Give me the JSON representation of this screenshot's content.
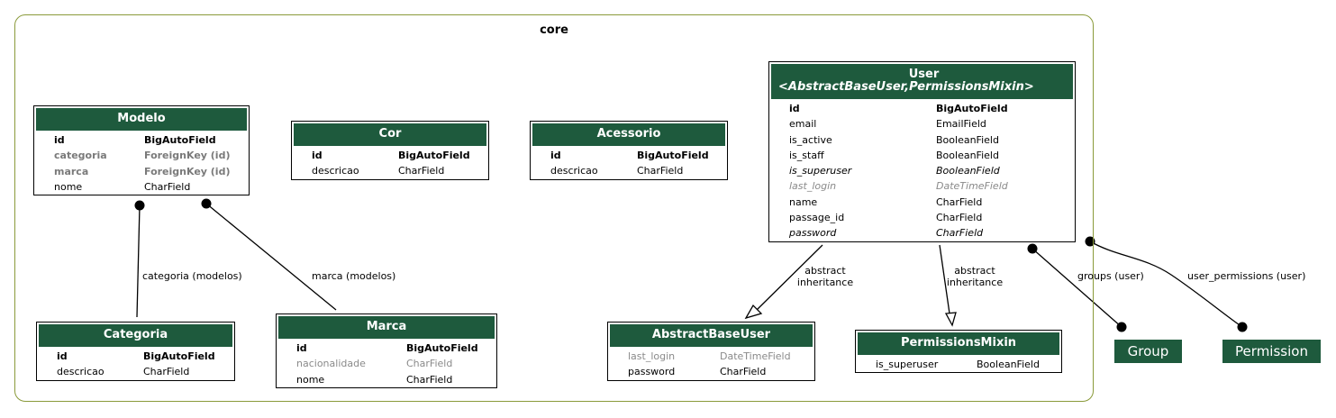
{
  "cluster": {
    "title": "core"
  },
  "models": {
    "modelo": {
      "name": "Modelo",
      "fields": [
        {
          "name": "id",
          "type": "BigAutoField",
          "style": "pk"
        },
        {
          "name": "categoria",
          "type": "ForeignKey (id)",
          "style": "fk"
        },
        {
          "name": "marca",
          "type": "ForeignKey (id)",
          "style": "fk"
        },
        {
          "name": "nome",
          "type": "CharField",
          "style": ""
        }
      ]
    },
    "cor": {
      "name": "Cor",
      "fields": [
        {
          "name": "id",
          "type": "BigAutoField",
          "style": "pk"
        },
        {
          "name": "descricao",
          "type": "CharField",
          "style": ""
        }
      ]
    },
    "acessorio": {
      "name": "Acessorio",
      "fields": [
        {
          "name": "id",
          "type": "BigAutoField",
          "style": "pk"
        },
        {
          "name": "descricao",
          "type": "CharField",
          "style": ""
        }
      ]
    },
    "user": {
      "name": "User",
      "subtitle": "<AbstractBaseUser,PermissionsMixin>",
      "fields": [
        {
          "name": "id",
          "type": "BigAutoField",
          "style": "pk"
        },
        {
          "name": "email",
          "type": "EmailField",
          "style": ""
        },
        {
          "name": "is_active",
          "type": "BooleanField",
          "style": ""
        },
        {
          "name": "is_staff",
          "type": "BooleanField",
          "style": ""
        },
        {
          "name": "is_superuser",
          "type": "BooleanField",
          "style": "ital"
        },
        {
          "name": "last_login",
          "type": "DateTimeField",
          "style": "gray ital"
        },
        {
          "name": "name",
          "type": "CharField",
          "style": ""
        },
        {
          "name": "passage_id",
          "type": "CharField",
          "style": ""
        },
        {
          "name": "password",
          "type": "CharField",
          "style": "ital"
        }
      ]
    },
    "categoria": {
      "name": "Categoria",
      "fields": [
        {
          "name": "id",
          "type": "BigAutoField",
          "style": "pk"
        },
        {
          "name": "descricao",
          "type": "CharField",
          "style": ""
        }
      ]
    },
    "marca": {
      "name": "Marca",
      "fields": [
        {
          "name": "id",
          "type": "BigAutoField",
          "style": "pk"
        },
        {
          "name": "nacionalidade",
          "type": "CharField",
          "style": "gray"
        },
        {
          "name": "nome",
          "type": "CharField",
          "style": ""
        }
      ]
    },
    "abstractbaseuser": {
      "name": "AbstractBaseUser",
      "fields": [
        {
          "name": "last_login",
          "type": "DateTimeField",
          "style": "gray"
        },
        {
          "name": "password",
          "type": "CharField",
          "style": ""
        }
      ]
    },
    "permissionsmixin": {
      "name": "PermissionsMixin",
      "fields": [
        {
          "name": "is_superuser",
          "type": "BooleanField",
          "style": ""
        }
      ]
    }
  },
  "external": {
    "group": "Group",
    "permission": "Permission"
  },
  "edges": {
    "categoria_modelos": "categoria (modelos)",
    "marca_modelos": "marca (modelos)",
    "abstract_1_line1": "abstract",
    "abstract_1_line2": "inheritance",
    "abstract_2_line1": "abstract",
    "abstract_2_line2": "inheritance",
    "groups_user": "groups (user)",
    "user_permissions_user": "user_permissions (user)"
  },
  "colors": {
    "header_bg": "#1e5a3d",
    "cluster_border": "#8a9a3a"
  }
}
